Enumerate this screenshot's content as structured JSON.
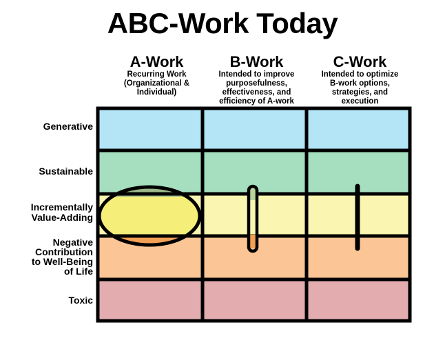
{
  "title": "ABC-Work Today",
  "columns": [
    {
      "name": "A-Work",
      "description": [
        "Recurring Work",
        "(Organizational &",
        "Individual)"
      ]
    },
    {
      "name": "B-Work",
      "description": [
        "Intended to improve",
        "purposefulness,",
        "effectiveness, and",
        "efficiency of A-work"
      ]
    },
    {
      "name": "C-Work",
      "description": [
        "Intended to optimize",
        "B-work options,",
        "strategies, and",
        "execution"
      ]
    }
  ],
  "rows": [
    {
      "label": [
        "Generative"
      ],
      "color": "#b3e5f7"
    },
    {
      "label": [
        "Sustainable"
      ],
      "color": "#a5dfc0"
    },
    {
      "label": [
        "Incrementally",
        "Value-Adding"
      ],
      "color": "#faf5b0"
    },
    {
      "label": [
        "Negative",
        "Contribution",
        "to Well-Being",
        "of Life"
      ],
      "color": "#fbc595"
    },
    {
      "label": [
        "Toxic"
      ],
      "color": "#e3adb0"
    }
  ],
  "markers": [
    {
      "column": "A-Work",
      "shape": "ellipse",
      "spans": [
        "Sustainable",
        "Incrementally Value-Adding",
        "Negative Contribution to Well-Being of Life"
      ],
      "fill": "#f5ef7a"
    },
    {
      "column": "B-Work",
      "shape": "pill",
      "spans": [
        "Sustainable",
        "Incrementally Value-Adding",
        "Negative Contribution to Well-Being of Life"
      ]
    },
    {
      "column": "C-Work",
      "shape": "line",
      "spans": [
        "Sustainable",
        "Incrementally Value-Adding",
        "Negative Contribution to Well-Being of Life"
      ]
    }
  ]
}
